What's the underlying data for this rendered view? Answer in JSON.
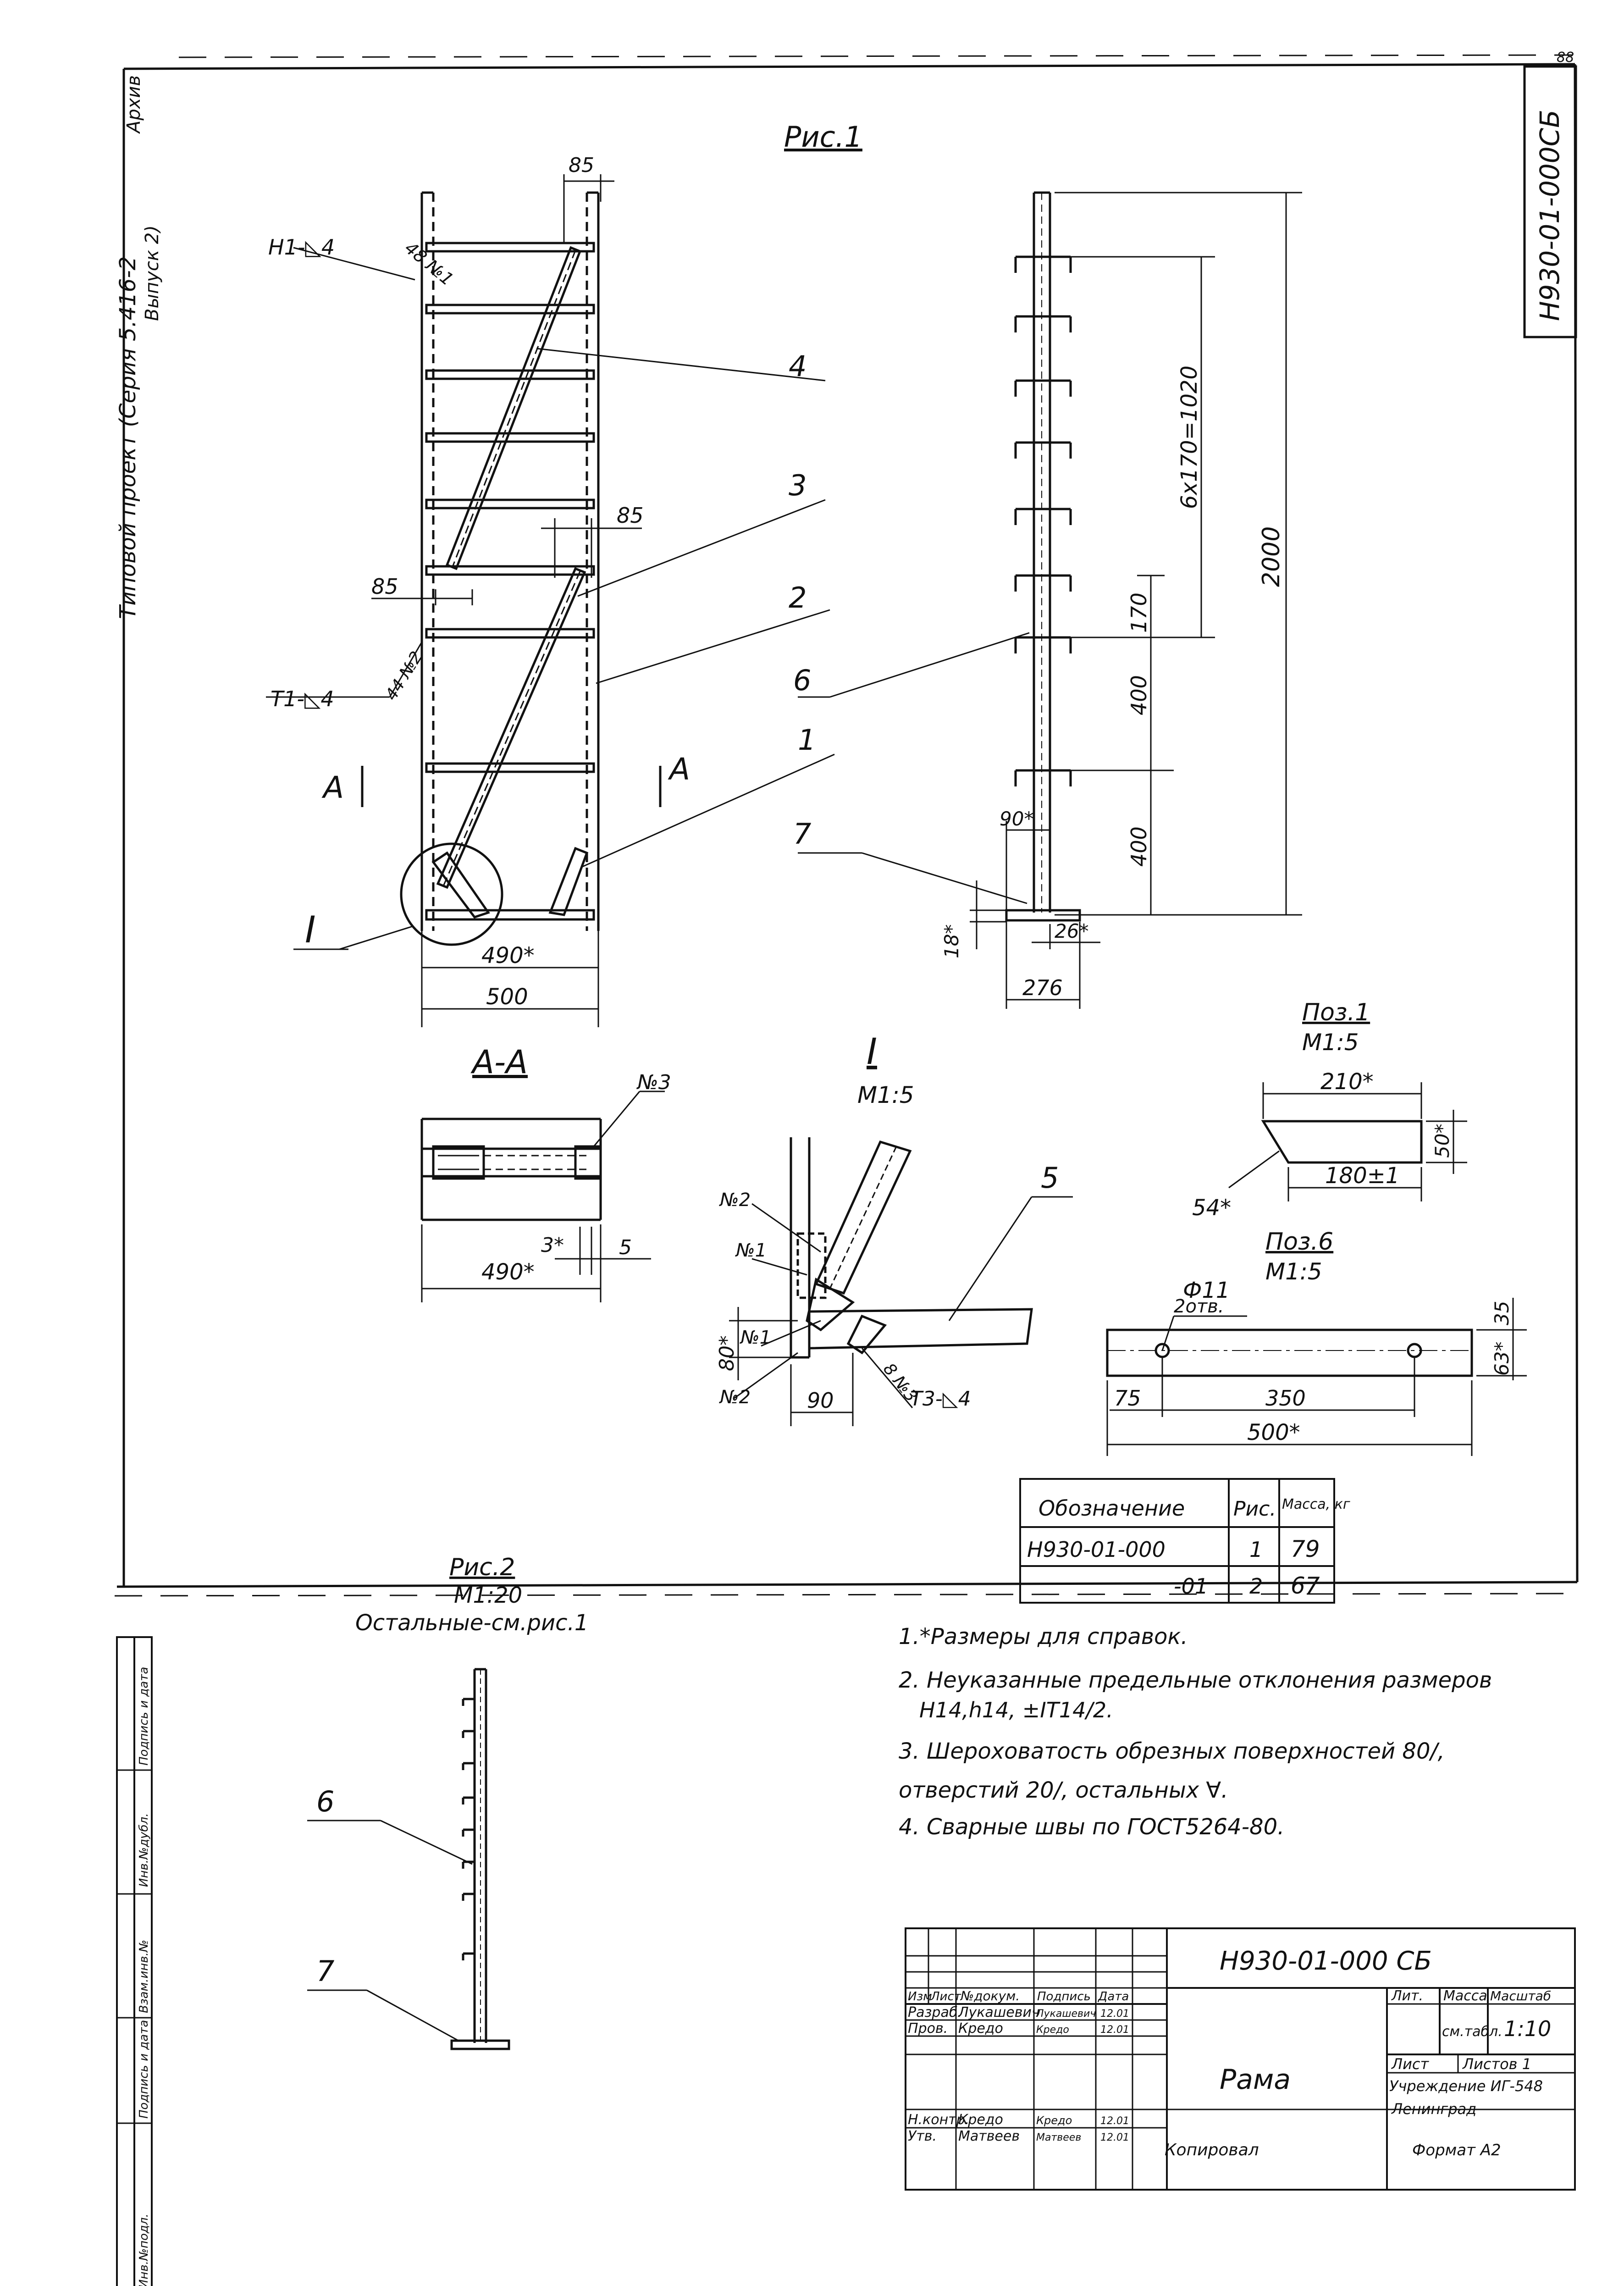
{
  "sheet": {
    "corner_number": "88",
    "archive_mark": "Архив",
    "vertical_project_note_1": "Типовой проект (Серия 5.416-2",
    "vertical_project_note_2": "Выпуск 2)",
    "doc_code_box": "Н930-01-000СБ"
  },
  "fig1": {
    "title": "Рис.1",
    "front": {
      "weld_top": "Н1-◺4",
      "weld_top_ref": "48 №1",
      "weld_bottom": "Т1-◺4",
      "weld_bottom_ref": "44 №2",
      "dim_85_top": "85",
      "dim_85_mid_right": "85",
      "dim_85_mid_left": "85",
      "dim_490": "490*",
      "dim_500": "500",
      "pos_4": "4",
      "pos_3": "3",
      "pos_2": "2",
      "pos_1": "1",
      "section_left": "А",
      "section_right": "А",
      "detail_ref": "I"
    },
    "side": {
      "dim_pitch": "6х170=1020",
      "dim_170": "170",
      "dim_400_upper": "400",
      "dim_400_lower": "400",
      "dim_2000": "2000",
      "dim_90": "90*",
      "dim_18": "18*",
      "dim_26": "26*",
      "dim_276": "276",
      "pos_6": "6",
      "pos_7": "7"
    }
  },
  "section_aa": {
    "title": "А-А",
    "ref": "№3",
    "dim_3": "3*",
    "dim_5": "5",
    "dim_490": "490*"
  },
  "detail_I": {
    "title": "I",
    "scale": "М1:5",
    "n2_top": "№2",
    "n1_a": "№1",
    "n1_b": "№1",
    "n2_bottom": "№2",
    "dim_80": "80*",
    "dim_90": "90",
    "pos_5": "5",
    "weld_ref": "8 №3",
    "weld": "Т3-◺4"
  },
  "poz1": {
    "title": "Поз.1",
    "scale": "М1:5",
    "dim_210": "210*",
    "dim_50": "50*",
    "dim_180": "180±1",
    "dim_54": "54*"
  },
  "poz6": {
    "title": "Поз.6",
    "scale": "М1:5",
    "hole": "Ф11",
    "hole_count": "2отв.",
    "dim_35": "35",
    "dim_63": "63*",
    "dim_75": "75",
    "dim_350": "350",
    "dim_500": "500*"
  },
  "spec_table": {
    "headers": [
      "Обозначение",
      "Рис.",
      "Масса, кг"
    ],
    "rows": [
      [
        "Н930-01-000",
        "1",
        "79"
      ],
      [
        "-01",
        "2",
        "67"
      ]
    ]
  },
  "notes": {
    "n1": "1.*Размеры для справок.",
    "n2a": "2. Неуказанные предельные отклонения размеров",
    "n2b": "Н14,h14, ±IT14/2.",
    "n3a": "3. Шероховатость обрезных поверхностей 80/,",
    "n3b": "отверстий 20/, остальных ∀.",
    "n4": "4. Сварные швы по ГОСТ5264-80."
  },
  "fig2": {
    "title": "Рис.2",
    "scale": "М1:20",
    "note": "Остальные-см.рис.1",
    "pos_6": "6",
    "pos_7": "7"
  },
  "left_stamp": {
    "cells": [
      "Инв.№подл.",
      "Подпись и дата",
      "Взам.инв.№",
      "Инв.№дубл.",
      "Подпись и дата"
    ]
  },
  "title_block": {
    "designation": "Н930-01-000 СБ",
    "name": "Рама",
    "col_headers": [
      "Изм",
      "Лист",
      "№докум.",
      "Подпись",
      "Дата"
    ],
    "rows": [
      [
        "Разраб.",
        "Лукашевич",
        "Лукашевич",
        "12.01"
      ],
      [
        "Пров.",
        "Кредо",
        "Кредо",
        "12.01"
      ],
      [
        "Н.контр.",
        "Кредо",
        "Кредо",
        "12.01"
      ],
      [
        "Утв.",
        "Матвеев",
        "Матвеев",
        "12.01"
      ]
    ],
    "lit_label": "Лит.",
    "mass_label": "Масса",
    "scale_label": "Масштаб",
    "mass_value": "см.табл.",
    "scale_value": "1:10",
    "sheet_label": "Лист",
    "sheets_label": "Листов 1",
    "org_1": "Учреждение ИГ-548",
    "org_2": "Ленинград",
    "format": "Формат А2",
    "copied": "Копировал"
  }
}
